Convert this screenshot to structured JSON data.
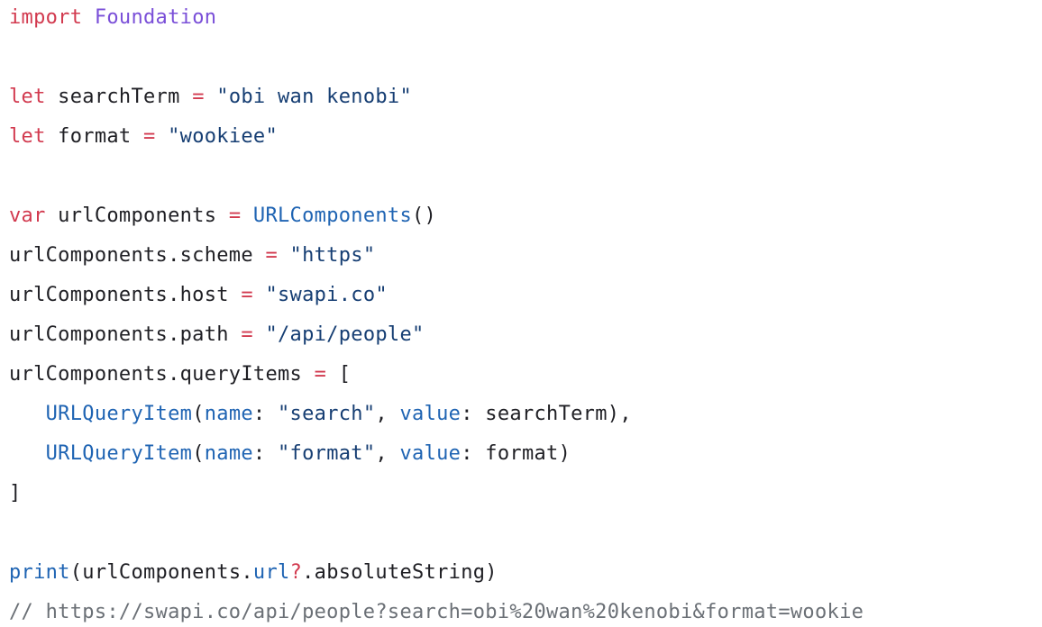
{
  "editor": {
    "language": "Swift",
    "colors": {
      "background": "#ffffff",
      "keyword": "#d23a4f",
      "type": "#1f64b3",
      "module": "#7a4fd8",
      "string": "#163e73",
      "comment": "#6b7076",
      "plain": "#1f1f24"
    },
    "lines": [
      [
        {
          "t": "import",
          "k": "kw"
        },
        {
          "t": " ",
          "k": "plain"
        },
        {
          "t": "Foundation",
          "k": "purple"
        }
      ],
      [],
      [
        {
          "t": "let",
          "k": "kw"
        },
        {
          "t": " searchTerm ",
          "k": "plain"
        },
        {
          "t": "=",
          "k": "op"
        },
        {
          "t": " ",
          "k": "plain"
        },
        {
          "t": "\"obi wan kenobi\"",
          "k": "str"
        }
      ],
      [
        {
          "t": "let",
          "k": "kw"
        },
        {
          "t": " format ",
          "k": "plain"
        },
        {
          "t": "=",
          "k": "op"
        },
        {
          "t": " ",
          "k": "plain"
        },
        {
          "t": "\"wookiee\"",
          "k": "str"
        }
      ],
      [],
      [
        {
          "t": "var",
          "k": "kw"
        },
        {
          "t": " urlComponents ",
          "k": "plain"
        },
        {
          "t": "=",
          "k": "op"
        },
        {
          "t": " ",
          "k": "plain"
        },
        {
          "t": "URLComponents",
          "k": "type"
        },
        {
          "t": "()",
          "k": "plain"
        }
      ],
      [
        {
          "t": "urlComponents.scheme ",
          "k": "plain"
        },
        {
          "t": "=",
          "k": "op"
        },
        {
          "t": " ",
          "k": "plain"
        },
        {
          "t": "\"https\"",
          "k": "str"
        }
      ],
      [
        {
          "t": "urlComponents.host ",
          "k": "plain"
        },
        {
          "t": "=",
          "k": "op"
        },
        {
          "t": " ",
          "k": "plain"
        },
        {
          "t": "\"swapi.co\"",
          "k": "str"
        }
      ],
      [
        {
          "t": "urlComponents.path ",
          "k": "plain"
        },
        {
          "t": "=",
          "k": "op"
        },
        {
          "t": " ",
          "k": "plain"
        },
        {
          "t": "\"/api/people\"",
          "k": "str"
        }
      ],
      [
        {
          "t": "urlComponents.queryItems ",
          "k": "plain"
        },
        {
          "t": "=",
          "k": "op"
        },
        {
          "t": " [",
          "k": "plain"
        }
      ],
      [
        {
          "t": "   ",
          "k": "plain"
        },
        {
          "t": "URLQueryItem",
          "k": "type"
        },
        {
          "t": "(",
          "k": "plain"
        },
        {
          "t": "name",
          "k": "type"
        },
        {
          "t": ": ",
          "k": "plain"
        },
        {
          "t": "\"search\"",
          "k": "str"
        },
        {
          "t": ", ",
          "k": "plain"
        },
        {
          "t": "value",
          "k": "type"
        },
        {
          "t": ": searchTerm),",
          "k": "plain"
        }
      ],
      [
        {
          "t": "   ",
          "k": "plain"
        },
        {
          "t": "URLQueryItem",
          "k": "type"
        },
        {
          "t": "(",
          "k": "plain"
        },
        {
          "t": "name",
          "k": "type"
        },
        {
          "t": ": ",
          "k": "plain"
        },
        {
          "t": "\"format\"",
          "k": "str"
        },
        {
          "t": ", ",
          "k": "plain"
        },
        {
          "t": "value",
          "k": "type"
        },
        {
          "t": ": format)",
          "k": "plain"
        }
      ],
      [
        {
          "t": "]",
          "k": "plain"
        }
      ],
      [],
      [
        {
          "t": "print",
          "k": "type"
        },
        {
          "t": "(urlComponents.",
          "k": "plain"
        },
        {
          "t": "url",
          "k": "type"
        },
        {
          "t": "?",
          "k": "kw"
        },
        {
          "t": ".absoluteString)",
          "k": "plain"
        }
      ],
      [
        {
          "t": "// https://swapi.co/api/people?search=obi%20wan%20kenobi&format=wookie",
          "k": "comment"
        }
      ]
    ]
  }
}
